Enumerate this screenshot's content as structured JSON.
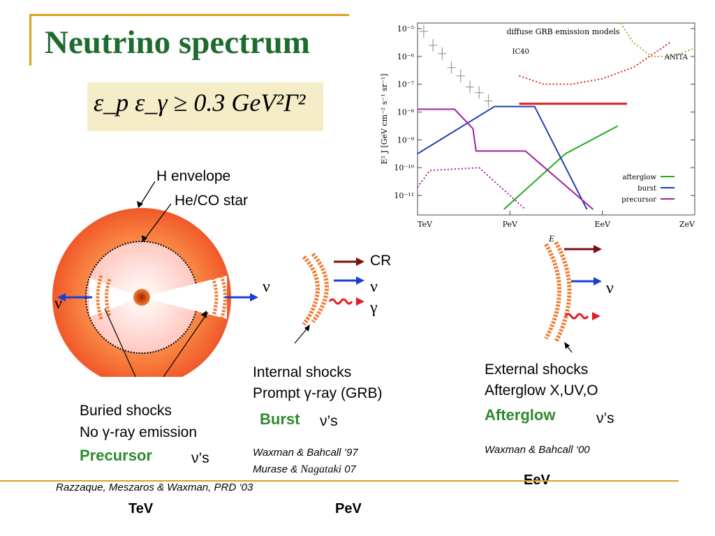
{
  "slide": {
    "title": "Neutrino spectrum",
    "formula": "ε_p ε_γ ≥ 0.3 GeV²Γ²"
  },
  "left_diagram": {
    "h_envelope": "H envelope",
    "he_co_star": "He/CO star",
    "nu_left": "ν",
    "nu_right": "ν",
    "buried_1": "Buried shocks",
    "buried_2": "No γ-ray emission",
    "precursor": "Precursor",
    "nus": "ν’s",
    "citation": "Razzaque, Meszaros & Waxman, PRD ‘03",
    "energy": "TeV"
  },
  "mid_diagram": {
    "cr": "CR",
    "nu": "ν",
    "gamma": "γ",
    "line1": "Internal shocks",
    "line2": "Prompt γ-ray (GRB)",
    "burst": "Burst",
    "nus": "ν’s",
    "cite1": "Waxman & Bahcall ’97",
    "cite2_a": "Murase & ",
    "cite2_b": "Nagataki",
    "cite2_c": " 07",
    "energy": "PeV"
  },
  "right_diagram": {
    "e_label": "E",
    "nu": "ν",
    "line1": "External shocks",
    "line2": "Afterglow X,UV,O",
    "afterglow": "Afterglow",
    "nus": "ν’s",
    "cite": "Waxman & Bahcall ‘00",
    "energy": "EeV"
  },
  "chart_data": {
    "type": "line",
    "title": "diffuse GRB emission models",
    "ylabel": "E² J [GeV cm⁻² s⁻¹ sr⁻¹]",
    "x_ticks": [
      "TeV",
      "PeV",
      "EeV",
      "ZeV"
    ],
    "y_ticks": [
      "10⁻⁵",
      "10⁻⁶",
      "10⁻⁷",
      "10⁻⁸",
      "10⁻⁹",
      "10⁻¹⁰",
      "10⁻¹¹"
    ],
    "xlim_log10_GeV": [
      3,
      12
    ],
    "ylim_log10": [
      -11.7,
      -4.8
    ],
    "annotations": [
      "IC40",
      "ANITA"
    ],
    "series": [
      {
        "name": "afterglow",
        "color": "#22aa22",
        "style": "solid",
        "x": [
          5.8,
          7.8,
          9.5
        ],
        "y": [
          -11.5,
          -9.5,
          -8.5
        ]
      },
      {
        "name": "burst",
        "color": "#1f3fb0",
        "style": "solid",
        "x": [
          3.0,
          5.5,
          6.8,
          8.5
        ],
        "y": [
          -9.5,
          -7.8,
          -7.8,
          -11.5
        ]
      },
      {
        "name": "precursor",
        "color": "#a020a0",
        "style": "solid",
        "x": [
          3.0,
          4.2,
          4.8,
          4.9,
          6.5,
          8.7
        ],
        "y": [
          -7.9,
          -7.9,
          -8.6,
          -9.4,
          -9.4,
          -11.5
        ]
      },
      {
        "name": "precursor (dotted)",
        "color": "#a020a0",
        "style": "dotted",
        "x": [
          3.0,
          3.4,
          5.0,
          6.5
        ],
        "y": [
          -10.7,
          -10.1,
          -10.0,
          -11.5
        ]
      },
      {
        "name": "IC40",
        "color": "#e02020",
        "style": "dotted",
        "x": [
          6.3,
          7.1,
          8.0,
          9.0,
          10.0,
          11.2
        ],
        "y": [
          -6.7,
          -7.0,
          -7.0,
          -6.8,
          -6.4,
          -5.5
        ]
      },
      {
        "name": "ANITA",
        "color": "#aaaa33",
        "style": "dotted",
        "x": [
          9.6,
          10.0,
          10.6,
          11.3,
          12.0
        ],
        "y": [
          -4.8,
          -5.5,
          -6.0,
          -6.0,
          -5.7
        ]
      },
      {
        "name": "red band",
        "color": "#e02020",
        "style": "solid",
        "x": [
          6.3,
          9.8
        ],
        "y": [
          -7.7,
          -7.7
        ]
      },
      {
        "name": "data points",
        "color": "#999999",
        "style": "points",
        "x": [
          3.2,
          3.5,
          3.8,
          4.1,
          4.4,
          4.7,
          5.0,
          5.3
        ],
        "y": [
          -5.1,
          -5.6,
          -5.9,
          -6.4,
          -6.7,
          -7.1,
          -7.3,
          -7.6
        ]
      }
    ],
    "legend": [
      "afterglow",
      "burst",
      "precursor"
    ],
    "legend_position": "bottom-right"
  }
}
